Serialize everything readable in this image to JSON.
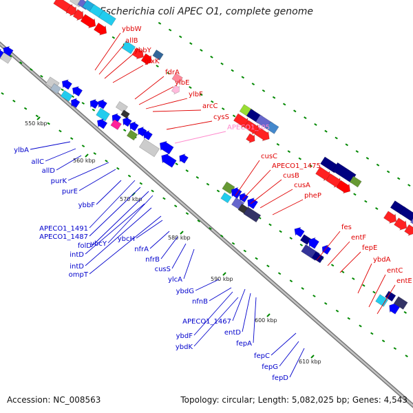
{
  "title": "Escherichia coli APEC O1, complete genome",
  "footer": {
    "accession": "Accession: NC_008563",
    "summary": "Topology: circular; Length: 5,082,025 bp; Genes: 4,543"
  },
  "colors": {
    "forward_label": "#e00000",
    "reverse_label": "#0000cc",
    "rna_label": "#ff88cc",
    "backbone": "#999999",
    "dots": "#008800"
  },
  "ticks": [
    {
      "label": "550 kbp"
    },
    {
      "label": "560 kbp"
    },
    {
      "label": "570 kbp"
    },
    {
      "label": "580 kbp"
    },
    {
      "label": "590 kbp"
    },
    {
      "label": "600 kbp"
    },
    {
      "label": "610 kbp"
    }
  ],
  "forward_genes": [
    {
      "label": "ybbW"
    },
    {
      "label": "allB"
    },
    {
      "label": "ybbY"
    },
    {
      "label": "glxK"
    },
    {
      "label": "fdrA"
    },
    {
      "label": "ylbE"
    },
    {
      "label": "ylbF"
    },
    {
      "label": "arcC"
    },
    {
      "label": "cysS"
    },
    {
      "label": "APECO1_t05"
    },
    {
      "label": "cusC"
    },
    {
      "label": "APECO1_1475"
    },
    {
      "label": "cusB"
    },
    {
      "label": "cusA"
    },
    {
      "label": "pheP"
    },
    {
      "label": "fes"
    },
    {
      "label": "entF"
    },
    {
      "label": "fepE"
    },
    {
      "label": "ybdA"
    },
    {
      "label": "entC"
    },
    {
      "label": "entE"
    }
  ],
  "reverse_genes": [
    {
      "label": "ylbA"
    },
    {
      "label": "allC"
    },
    {
      "label": "allD"
    },
    {
      "label": "purK"
    },
    {
      "label": "purE"
    },
    {
      "label": "ybbF"
    },
    {
      "label": "APECO1_1491"
    },
    {
      "label": "APECO1_1487"
    },
    {
      "label": "folD"
    },
    {
      "label": "ybcY"
    },
    {
      "label": "intD"
    },
    {
      "label": "intD"
    },
    {
      "label": "ompT"
    },
    {
      "label": "ybcH"
    },
    {
      "label": "nfrA"
    },
    {
      "label": "nfrB"
    },
    {
      "label": "cusS"
    },
    {
      "label": "ylcA"
    },
    {
      "label": "ybdG"
    },
    {
      "label": "nfnB"
    },
    {
      "label": "APECO1_1467"
    },
    {
      "label": "entD"
    },
    {
      "label": "ybdF"
    },
    {
      "label": "fepA"
    },
    {
      "label": "ybdK"
    },
    {
      "label": "fepC"
    },
    {
      "label": "fepG"
    },
    {
      "label": "fepD"
    }
  ]
}
